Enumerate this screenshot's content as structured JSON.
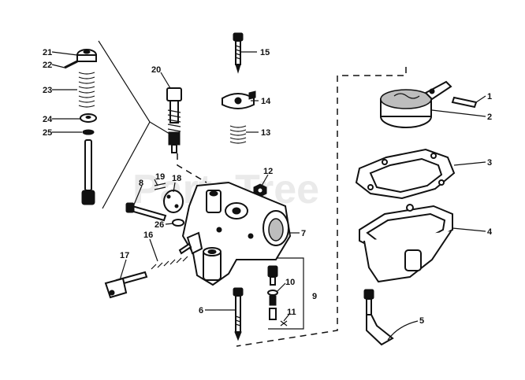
{
  "watermark": "PartsTree",
  "callouts": {
    "c1": "1",
    "c2": "2",
    "c3": "3",
    "c4": "4",
    "c5": "5",
    "c6": "6",
    "c7": "7",
    "c8": "8",
    "c9": "9",
    "c10": "10",
    "c11": "11",
    "c12": "12",
    "c13": "13",
    "c14": "14",
    "c15": "15",
    "c16": "16",
    "c17": "17",
    "c18": "18",
    "c19": "19",
    "c20": "20",
    "c21": "21",
    "c22": "22",
    "c23": "23",
    "c24": "24",
    "c25": "25",
    "c26": "26"
  }
}
